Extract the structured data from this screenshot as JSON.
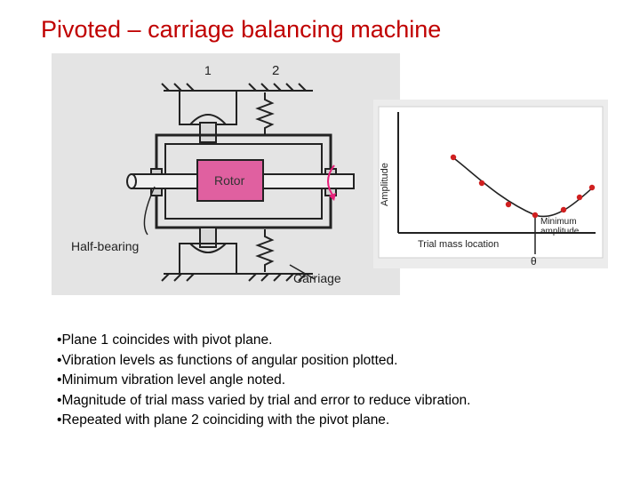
{
  "slide": {
    "title": "Pivoted – carriage balancing machine",
    "bullets": [
      "Plane 1 coincides with pivot plane.",
      "Vibration levels as functions of angular position plotted.",
      "Minimum vibration level angle noted.",
      "Magnitude of trial mass varied by trial and error to reduce vibration.",
      "Repeated with plane 2 coinciding with the pivot plane."
    ]
  },
  "diagram": {
    "plane_1": "1",
    "plane_2": "2",
    "rotor": "Rotor",
    "half_bearing": "Half-bearing",
    "carriage": "Carriage",
    "rotor_color": "#e060a0",
    "arrow_color": "#e8207a"
  },
  "graph": {
    "y_axis": "Amplitude",
    "x_axis": "Trial mass location",
    "min_label_line1": "Minimum",
    "min_label_line2": "amplitude",
    "theta": "θ",
    "point_color": "#d02020"
  }
}
